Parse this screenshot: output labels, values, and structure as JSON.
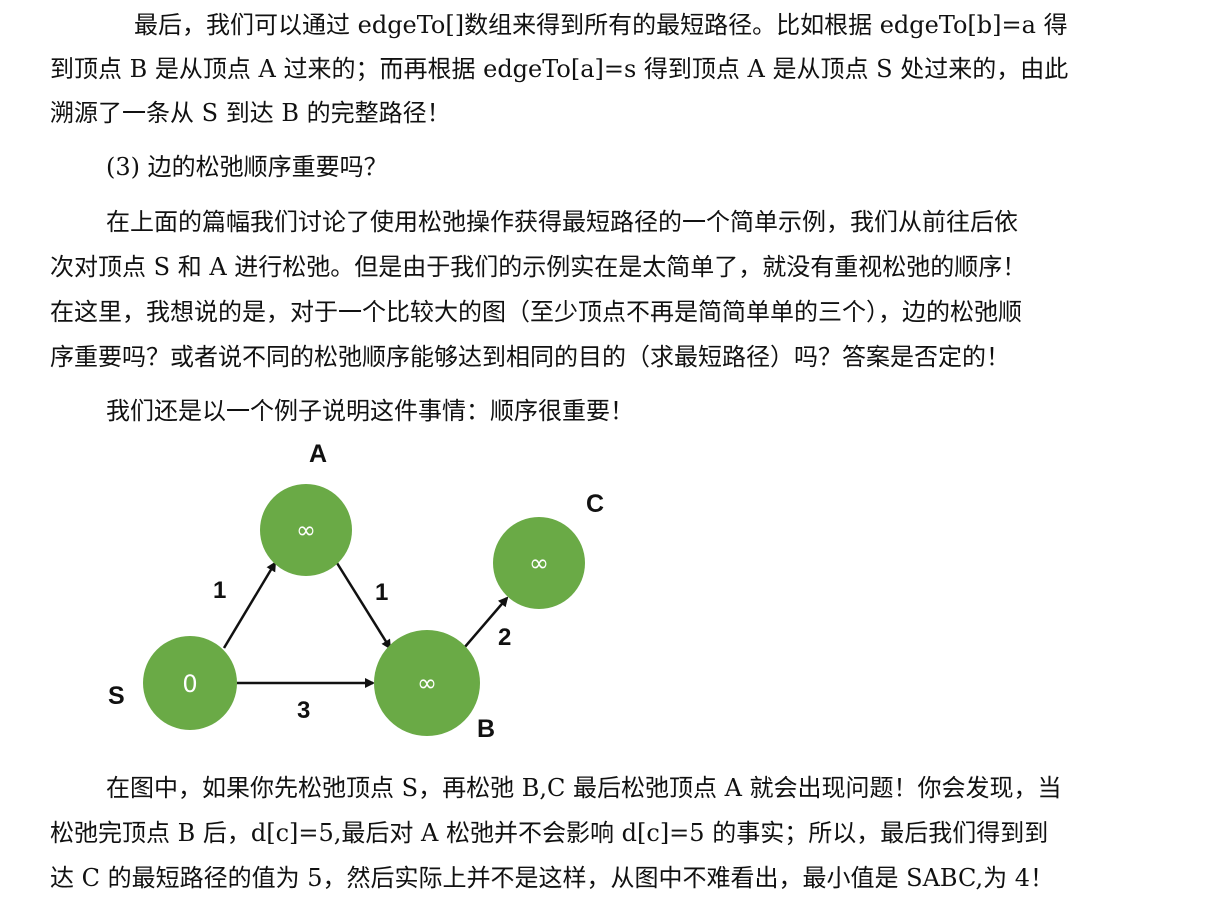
{
  "paragraph_1": [
    "最后，我们可以通过 edgeTo[]数组来得到所有的最短路径。比如根据 edgeTo[b]=a 得",
    "到顶点 B 是从顶点 A 过来的；而再根据 edgeTo[a]=s 得到顶点 A 是从顶点 S 处过来的，由此",
    "溯源了一条从 S 到达 B 的完整路径！"
  ],
  "heading_3": "(3) 边的松弛顺序重要吗？",
  "paragraph_2": [
    "在上面的篇幅我们讨论了使用松弛操作获得最短路径的一个简单示例，我们从前往后依",
    "次对顶点 S 和 A 进行松弛。但是由于我们的示例实在是太简单了，就没有重视松弛的顺序！",
    "在这里，我想说的是，对于一个比较大的图（至少顶点不再是简简单单的三个），边的松弛顺",
    "序重要吗？或者说不同的松弛顺序能够达到相同的目的（求最短路径）吗？答案是否定的！"
  ],
  "paragraph_3": "我们还是以一个例子说明这件事情：顺序很重要！",
  "graph": {
    "node_color": "#6aaa46",
    "source_label_color": "#cc0000",
    "nodes": [
      {
        "id": "S",
        "label": "S",
        "value": "0"
      },
      {
        "id": "A",
        "label": "A",
        "value": "∞"
      },
      {
        "id": "B",
        "label": "B",
        "value": "∞"
      },
      {
        "id": "C",
        "label": "C",
        "value": "∞"
      }
    ],
    "edges": [
      {
        "from": "S",
        "to": "A",
        "weight": "1"
      },
      {
        "from": "A",
        "to": "B",
        "weight": "1"
      },
      {
        "from": "S",
        "to": "B",
        "weight": "3"
      },
      {
        "from": "B",
        "to": "C",
        "weight": "2"
      }
    ]
  },
  "paragraph_4": [
    "在图中，如果你先松弛顶点 S，再松弛 B,C 最后松弛顶点 A 就会出现问题！你会发现，当",
    "松弛完顶点 B 后，d[c]=5,最后对 A 松弛并不会影响 d[c]=5 的事实；所以，最后我们得到到",
    "达 C 的最短路径的值为 5，然后实际上并不是这样，从图中不难看出，最小值是 SABC,为 4！"
  ]
}
